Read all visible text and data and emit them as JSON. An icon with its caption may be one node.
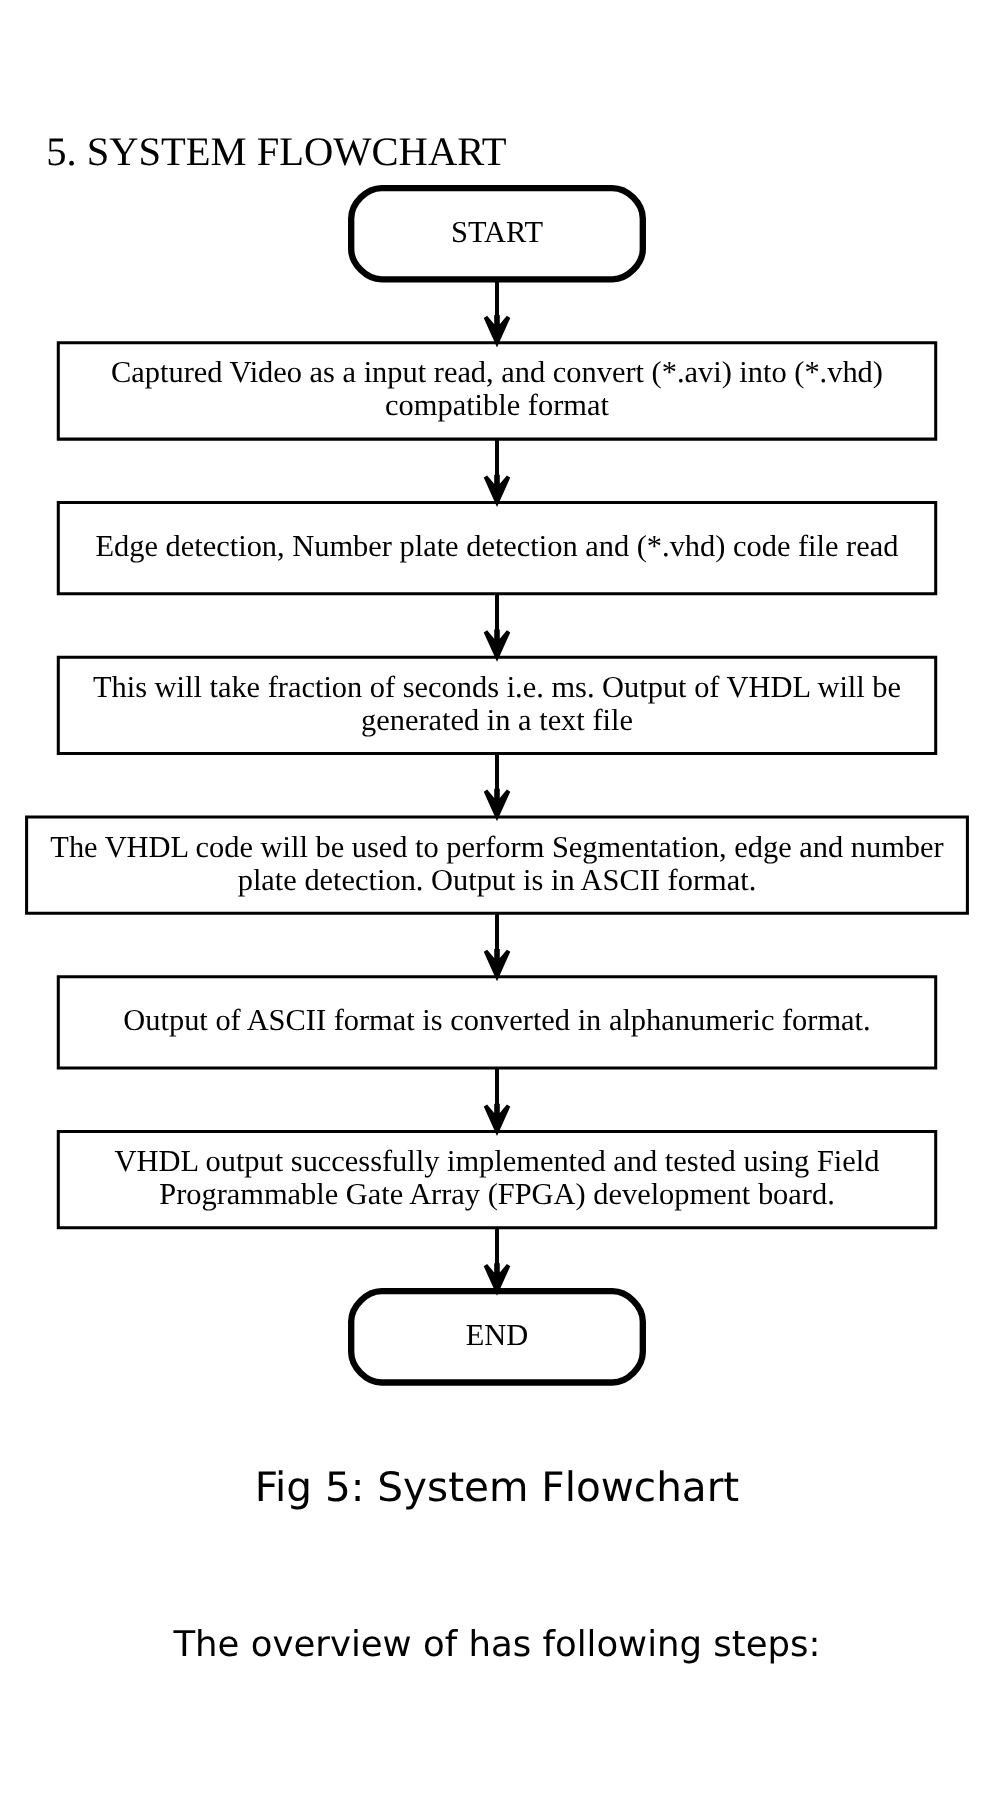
{
  "diagram": {
    "title": "5. SYSTEM FLOWCHART",
    "caption": "Fig 5: System Flowchart",
    "nodes": [
      {
        "text": [
          "START"
        ]
      },
      {
        "text": [
          "Captured Video as a input read, and convert (*.avi) into (*.vhd) compatible format"
        ]
      },
      {
        "text": [
          "Edge detection, Number plate detection and (*.vhd) code file read"
        ]
      },
      {
        "text": [
          "This will take fraction of seconds i.e. ms. Output of VHDL will be generated in a text file"
        ]
      },
      {
        "text": [
          "The VHDL code will be used to perform Segmentation, edge and number plate detection. Output is in ASCII format."
        ]
      },
      {
        "text": [
          "Output of ASCII format is converted in alphanumeric format."
        ]
      },
      {
        "text": [
          "VHDL output successfully implemented and tested using Field Programmable Gate Array (FPGA) development board."
        ]
      },
      {
        "text": [
          "END"
        ]
      }
    ],
    "edges": [
      {
        "from": 0,
        "to": 1,
        "arrow": "to"
      },
      {
        "from": 1,
        "to": 2,
        "arrow": "to"
      },
      {
        "from": 2,
        "to": 3,
        "arrow": "to"
      },
      {
        "from": 3,
        "to": 4,
        "arrow": "to"
      },
      {
        "from": 4,
        "to": 5,
        "arrow": "to"
      },
      {
        "from": 5,
        "to": 6,
        "arrow": "to"
      },
      {
        "from": 6,
        "to": 7,
        "arrow": "to"
      }
    ],
    "labels": [
      "The overview of has following steps:"
    ]
  }
}
